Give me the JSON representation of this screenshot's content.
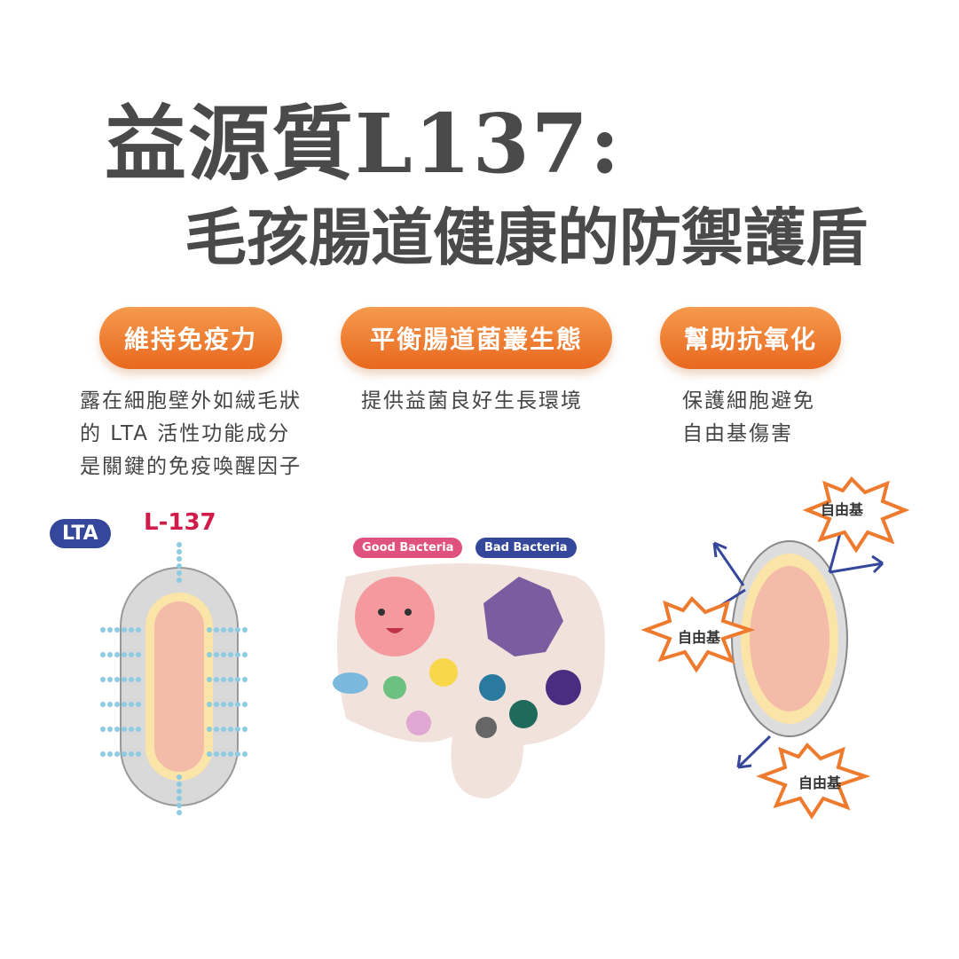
{
  "title": {
    "line1": "益源質L137:",
    "line2": "毛孩腸道健康的防禦護盾"
  },
  "features": [
    {
      "label": "維持免疫力",
      "desc": [
        "露在細胞壁外如絨毛狀",
        "的 LTA 活性功能成分",
        "是關鍵的免疫喚醒因子"
      ]
    },
    {
      "label": "平衡腸道菌叢生態",
      "desc": [
        "提供益菌良好生長環境"
      ]
    },
    {
      "label": "幫助抗氧化",
      "desc": [
        "保護細胞避免",
        "自由基傷害"
      ]
    }
  ],
  "cell_diagram": {
    "lta_label": "LTA",
    "strain_label": "L-137"
  },
  "gut_diagram": {
    "good": "Good Bacteria",
    "bad": "Bad Bacteria"
  },
  "antioxidant_diagram": {
    "radicals": [
      "自由基",
      "自由基",
      "自由基"
    ]
  },
  "colors": {
    "orange": "#ee7a2e",
    "navy": "#34479a",
    "red": "#d11b4b",
    "pink": "#e0527e"
  }
}
